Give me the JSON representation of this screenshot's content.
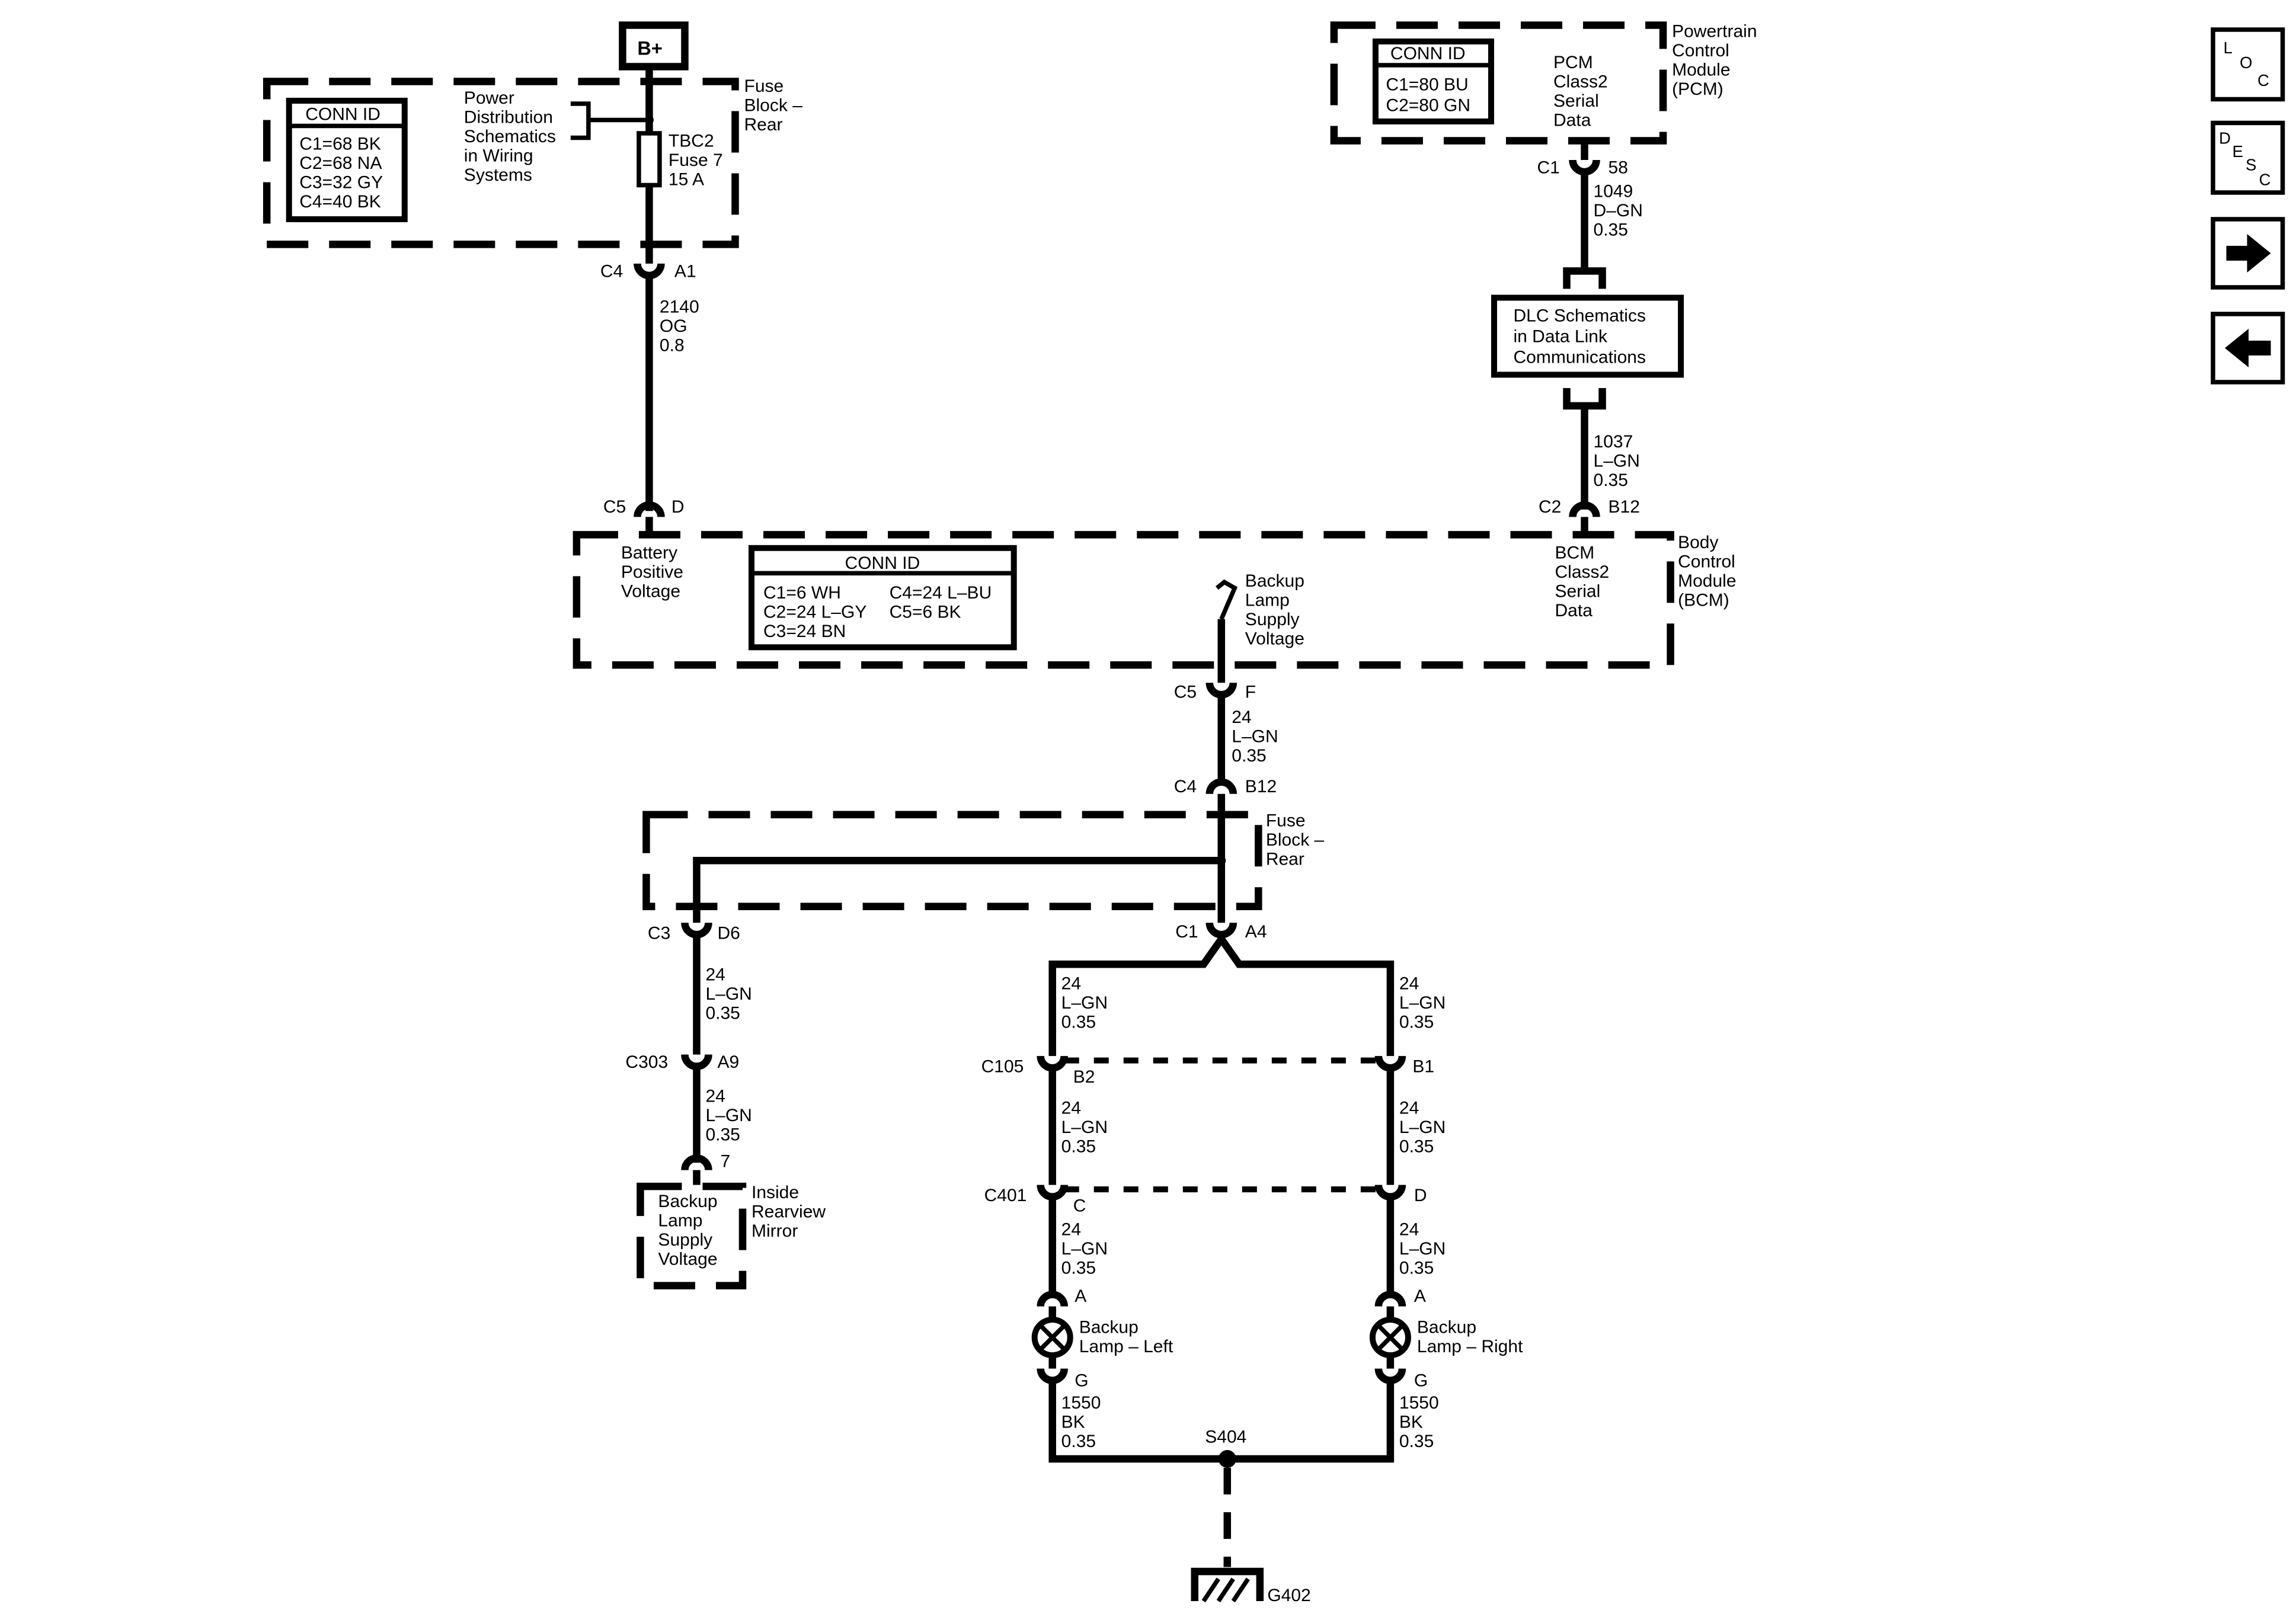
{
  "power": {
    "label": "B+"
  },
  "fuse_block_top": {
    "title_lines": [
      "Fuse",
      "Block –",
      "Rear"
    ],
    "conn_id_title": "CONN ID",
    "conn_ids": [
      "C1=68 BK",
      "C2=68 NA",
      "C3=32 GY",
      "C4=40 BK"
    ],
    "ref_lines": [
      "Power",
      "Distribution",
      "Schematics",
      "in Wiring",
      "Systems"
    ],
    "fuse_lines": [
      "TBC2",
      "Fuse 7",
      "15 A"
    ]
  },
  "pcm": {
    "title_lines": [
      "Powertrain",
      "Control",
      "Module",
      "(PCM)"
    ],
    "conn_id_title": "CONN ID",
    "conn_ids": [
      "C1=80 BU",
      "C2=80 GN"
    ],
    "pin_label_lines": [
      "PCM",
      "Class2",
      "Serial",
      "Data"
    ]
  },
  "dlc": {
    "lines": [
      "DLC Schematics",
      "in Data Link",
      "Communications"
    ]
  },
  "bcm": {
    "title_lines": [
      "Body",
      "Control",
      "Module",
      "(BCM)"
    ],
    "conn_id_title": "CONN ID",
    "conn_ids": [
      "C1=6 WH",
      "C4=24 L–BU",
      "C2=24 L–GY",
      "C5=6 BK",
      "C3=24 BN"
    ],
    "battery_lines": [
      "Battery",
      "Positive",
      "Voltage"
    ],
    "backup_lines": [
      "Backup",
      "Lamp",
      "Supply",
      "Voltage"
    ],
    "serial_lines": [
      "BCM",
      "Class2",
      "Serial",
      "Data"
    ]
  },
  "fuse_block_mid": {
    "title_lines": [
      "Fuse",
      "Block –",
      "Rear"
    ]
  },
  "mirror": {
    "inner_lines": [
      "Backup",
      "Lamp",
      "Supply",
      "Voltage"
    ],
    "title_lines": [
      "Inside",
      "Rearview",
      "Mirror"
    ]
  },
  "lamps": {
    "left_lines": [
      "Backup",
      "Lamp – Left"
    ],
    "right_lines": [
      "Backup",
      "Lamp – Right"
    ]
  },
  "splice": "S404",
  "ground": "G402",
  "connectors": {
    "c4_a1": [
      "C4",
      "A1"
    ],
    "c5_d": [
      "C5",
      "D"
    ],
    "c1_58": [
      "C1",
      "58"
    ],
    "c2_b12": [
      "C2",
      "B12"
    ],
    "c5_f": [
      "C5",
      "F"
    ],
    "c4_b12": [
      "C4",
      "B12"
    ],
    "c3_d6": [
      "C3",
      "D6"
    ],
    "c1_a4": [
      "C1",
      "A4"
    ],
    "c303_a9": [
      "C303",
      "A9"
    ],
    "mirror_pin": "7",
    "c105": [
      "C105",
      "B2",
      "B1"
    ],
    "c401": [
      "C401",
      "C",
      "D"
    ],
    "lamp_left": [
      "A",
      "G"
    ],
    "lamp_right": [
      "A",
      "G"
    ]
  },
  "wires": {
    "w2140": [
      "2140",
      "OG",
      "0.8"
    ],
    "w1049": [
      "1049",
      "D–GN",
      "0.35"
    ],
    "w1037": [
      "1037",
      "L–GN",
      "0.35"
    ],
    "w24_bcm": [
      "24",
      "L–GN",
      "0.35"
    ],
    "w24_d6": [
      "24",
      "L–GN",
      "0.35"
    ],
    "w24_a9": [
      "24",
      "L–GN",
      "0.35"
    ],
    "w24_l1": [
      "24",
      "L–GN",
      "0.35"
    ],
    "w24_r1": [
      "24",
      "L–GN",
      "0.35"
    ],
    "w24_l2": [
      "24",
      "L–GN",
      "0.35"
    ],
    "w24_r2": [
      "24",
      "L–GN",
      "0.35"
    ],
    "w24_l3": [
      "24",
      "L–GN",
      "0.35"
    ],
    "w24_r3": [
      "24",
      "L–GN",
      "0.35"
    ],
    "w1550_l": [
      "1550",
      "BK",
      "0.35"
    ],
    "w1550_r": [
      "1550",
      "BK",
      "0.35"
    ]
  },
  "nav": {
    "loc": [
      "L",
      "O",
      "C"
    ],
    "desc": [
      "D",
      "E",
      "S",
      "C"
    ],
    "icons": {
      "next": "arrow-right-icon",
      "prev": "arrow-left-icon"
    }
  }
}
